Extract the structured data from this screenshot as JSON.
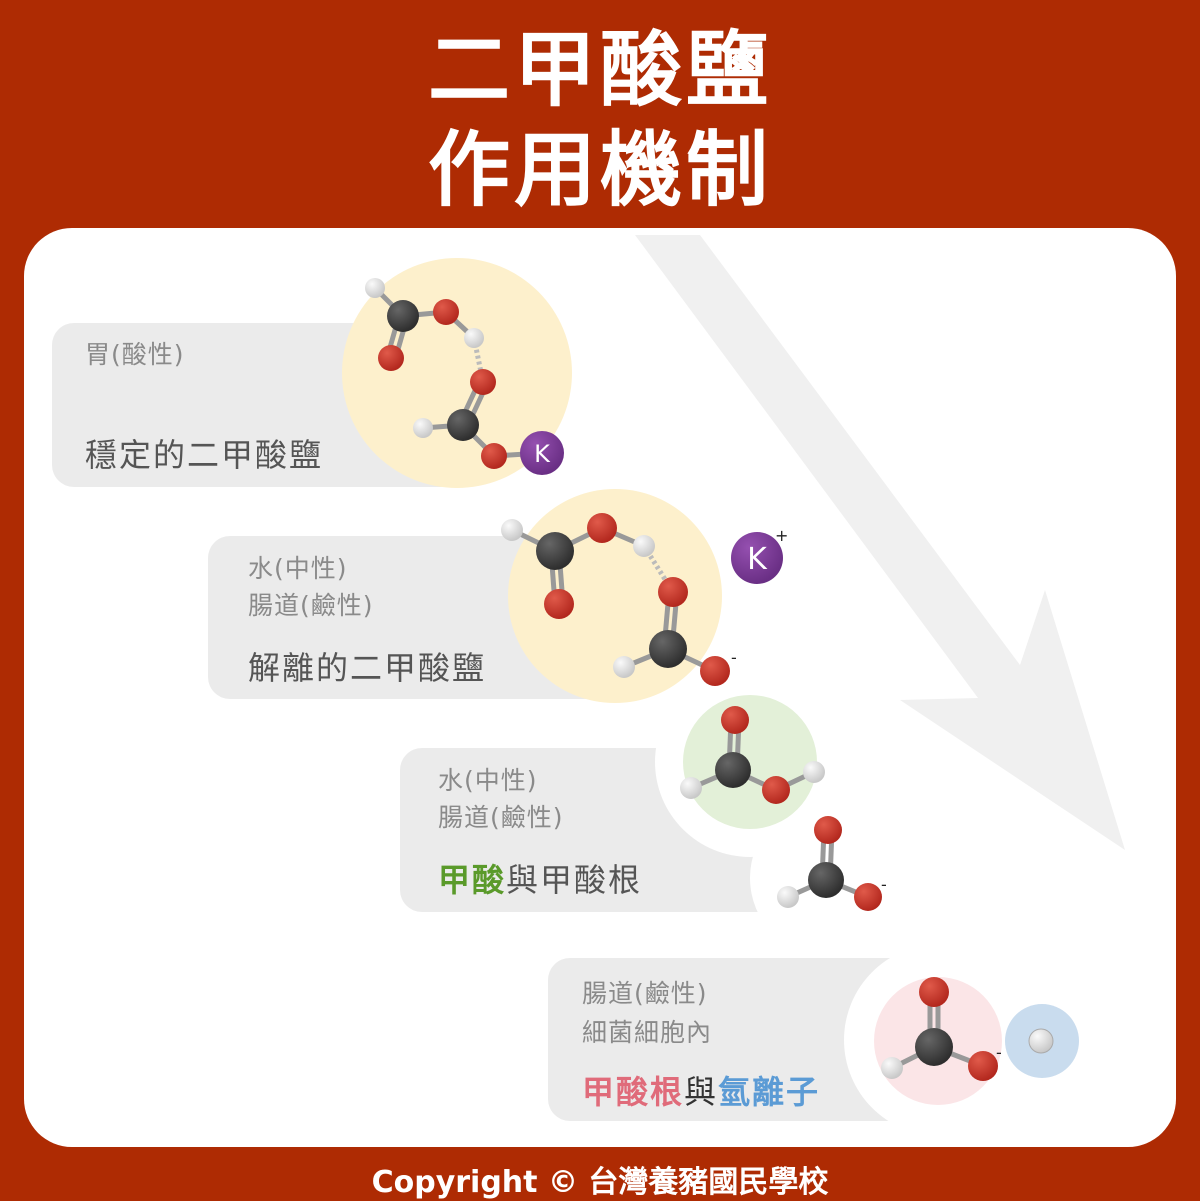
{
  "title": {
    "line1": "二甲酸鹽",
    "line2": "作用機制"
  },
  "stages": [
    {
      "conditions": [
        "胃(酸性)"
      ],
      "result": "穩定的二甲酸鹽"
    },
    {
      "conditions": [
        "水(中性)",
        "腸道(鹼性)"
      ],
      "result": "解離的二甲酸鹽"
    },
    {
      "conditions": [
        "水(中性)",
        "腸道(鹼性)"
      ],
      "result_parts": [
        {
          "text": "甲酸",
          "color": "#5a9a2a"
        },
        {
          "text": "與",
          "color": "#444444"
        },
        {
          "text": "甲酸根",
          "color": "#444444"
        }
      ]
    },
    {
      "conditions": [
        "腸道(鹼性)",
        "細菌細胞內"
      ],
      "result_parts": [
        {
          "text": "甲酸根",
          "color": "#e06b7a"
        },
        {
          "text": "與",
          "color": "#333333"
        },
        {
          "text": "氫離子",
          "color": "#5b9bd5"
        }
      ]
    }
  ],
  "atoms": {
    "potassium": "K",
    "plus": "+",
    "minus": "-"
  },
  "footer": "Copyright © 台灣養豬國民學校",
  "colors": {
    "background": "#ae2b03",
    "oxygen": "#c0392b",
    "carbon": "#444444",
    "hydrogen": "#e6e6e6",
    "potassium": "#7b3a96"
  }
}
